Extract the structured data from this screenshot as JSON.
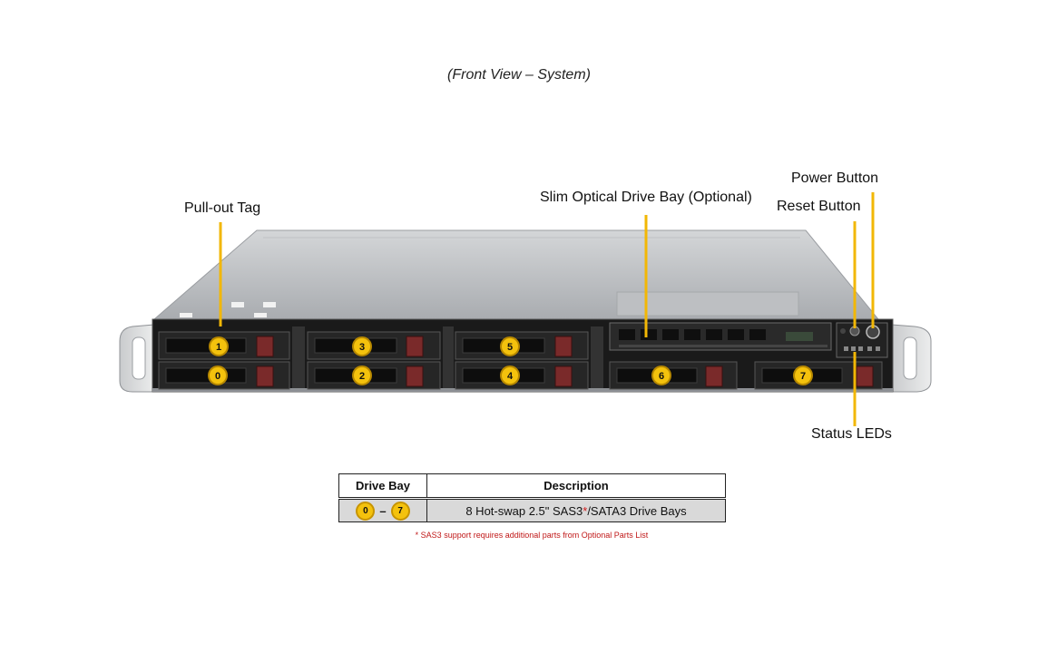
{
  "caption": "(Front View – System)",
  "labels": {
    "pull_out_tag": "Pull-out Tag",
    "slim_optical": "Slim Optical Drive Bay (Optional)",
    "power_button": "Power Button",
    "reset_button": "Reset Button",
    "status_leds": "Status LEDs"
  },
  "bays": [
    "0",
    "1",
    "2",
    "3",
    "4",
    "5",
    "6",
    "7"
  ],
  "table": {
    "headers": [
      "Drive Bay",
      "Description"
    ],
    "row": {
      "range_start": "0",
      "range_sep": "–",
      "range_end": "7",
      "desc_pre": "8 Hot-swap 2.5\" SAS3",
      "desc_asterisk": "*",
      "desc_post": "/SATA3 Drive Bays"
    }
  },
  "footnote": "* SAS3 support requires additional parts from Optional Parts List",
  "colors": {
    "callout": "#f2b705",
    "badge": "#f4c20d",
    "footnote": "#c01818"
  }
}
